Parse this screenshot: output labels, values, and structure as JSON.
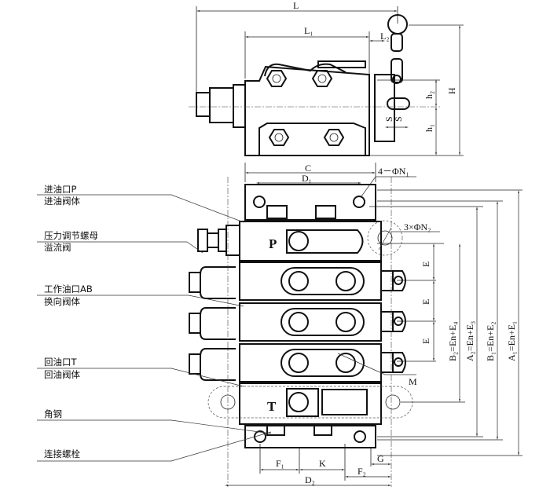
{
  "labels": {
    "inlet_port": "进油口P",
    "inlet_body": "进油阀体",
    "pressure_nut": "压力调节螺母",
    "relief_valve": "溢流阀",
    "work_port": "工作油口AB",
    "directional_body": "换向阀体",
    "return_port": "回油口T",
    "return_body": "回油阀体",
    "angle_steel": "角钢",
    "connecting_bolt": "连接螺栓"
  },
  "dimensions": {
    "L": "L",
    "L1": "L₁",
    "L2": "L₂",
    "H": "H",
    "h1": "h₁",
    "h2": "h₂",
    "S1": "S",
    "S2": "S",
    "C": "C",
    "D1": "D₁",
    "N1": "4－ΦN₁",
    "N2": "3×ΦN₂",
    "E1": "E",
    "E2": "E",
    "E3": "E",
    "M": "M",
    "B2": "B₂=En+E₄",
    "A2": "A₂=En+E₃",
    "B1": "B₁=En+E₂",
    "A1": "A₁=En+E₁",
    "F1": "F₁",
    "K": "K",
    "F2": "F₂",
    "G": "G",
    "D2": "D₂"
  },
  "port_marks": {
    "P": "P",
    "T": "T"
  }
}
